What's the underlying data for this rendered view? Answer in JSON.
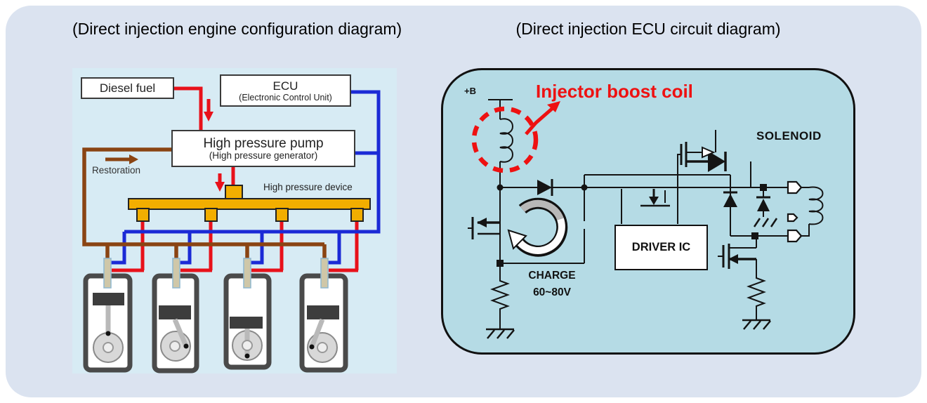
{
  "page": {
    "background": "#ffffff",
    "panel_bg": "#dbe3f0"
  },
  "left_diagram": {
    "title": "(Direct injection engine configuration diagram)",
    "bg": "#d7ebf4",
    "boxes": {
      "diesel_fuel": "Diesel fuel",
      "ecu_line1": "ECU",
      "ecu_line2": "(Electronic Control Unit)",
      "pump_line1": "High pressure pump",
      "pump_line2": "(High pressure generator)"
    },
    "labels": {
      "restoration": "Restoration",
      "high_pressure_device": "High pressure device"
    },
    "colors": {
      "fuel_line_red": "#e8111a",
      "ecu_signal_blue": "#1b2ad6",
      "return_line_brown": "#8a4413",
      "rail_gold": "#f2ae00"
    },
    "cylinder_count": 4
  },
  "right_diagram": {
    "title": "(Direct injection ECU circuit diagram)",
    "bg": "#b5dbe5",
    "labels": {
      "power": "+B",
      "highlight": "Injector boost coil",
      "solenoid": "SOLENOID",
      "driver_ic": "DRIVER IC",
      "charge_line1": "CHARGE",
      "charge_line2": "60~80V"
    },
    "colors": {
      "highlight_red": "#ee1111",
      "circuit_line": "#141414"
    }
  }
}
